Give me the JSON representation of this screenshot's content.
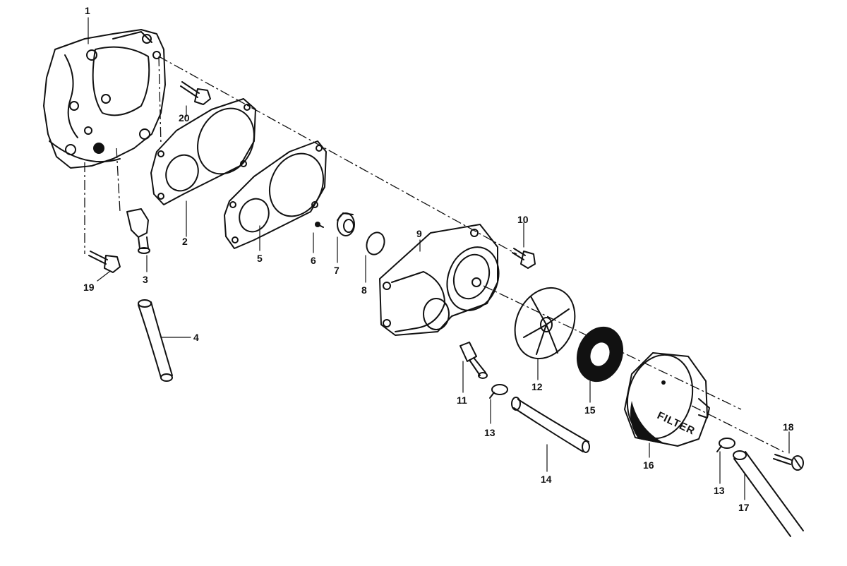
{
  "diagram": {
    "callouts": [
      "1",
      "2",
      "3",
      "4",
      "5",
      "6",
      "7",
      "8",
      "9",
      "10",
      "11",
      "12",
      "13",
      "14",
      "15",
      "16",
      "13",
      "17",
      "18",
      "19",
      "20"
    ],
    "filter_label": "FILTER"
  }
}
